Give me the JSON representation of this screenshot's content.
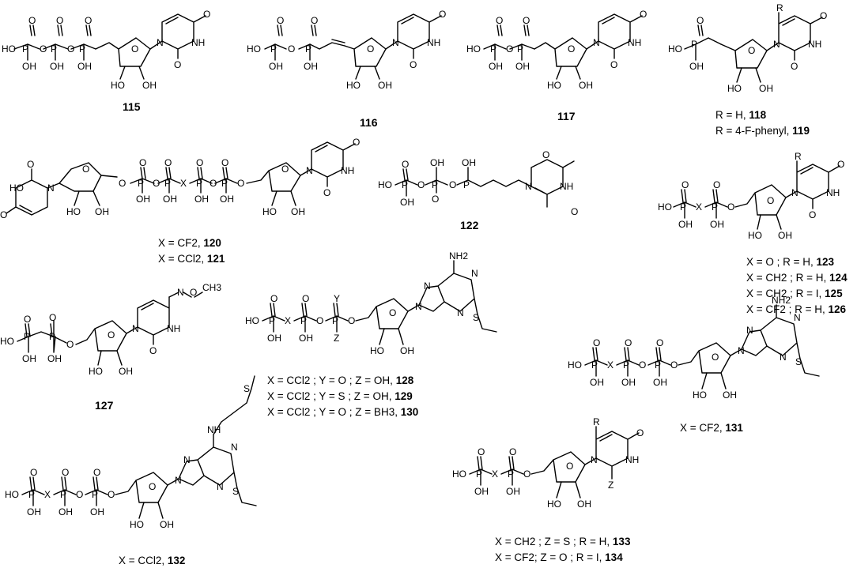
{
  "compounds": [
    {
      "id": "c115",
      "number": "115"
    },
    {
      "id": "c116",
      "number": "116"
    },
    {
      "id": "c117",
      "number": "117"
    },
    {
      "id": "c118",
      "number": "118"
    },
    {
      "id": "c119",
      "number": "119"
    },
    {
      "id": "c120",
      "number": "120"
    },
    {
      "id": "c121",
      "number": "121"
    },
    {
      "id": "c122",
      "number": "122"
    },
    {
      "id": "c123",
      "number": "123"
    },
    {
      "id": "c124",
      "number": "124"
    },
    {
      "id": "c125",
      "number": "125"
    },
    {
      "id": "c126",
      "number": "126"
    },
    {
      "id": "c127",
      "number": "127"
    },
    {
      "id": "c128",
      "number": "128"
    },
    {
      "id": "c129",
      "number": "129"
    },
    {
      "id": "c130",
      "number": "130"
    },
    {
      "id": "c131",
      "number": "131"
    },
    {
      "id": "c132",
      "number": "132"
    },
    {
      "id": "c133",
      "number": "133"
    },
    {
      "id": "c134",
      "number": "134"
    }
  ],
  "captions": {
    "c118": "R = H, ",
    "c119": "R = 4-F-phenyl, ",
    "c120": "X = CF2, ",
    "c121": "X = CCl2, ",
    "c123": "X = O ; R = H, ",
    "c124": "X = CH2 ; R = H, ",
    "c125": "X = CH2 ; R = I, ",
    "c126": "X = CF2 ; R = H, ",
    "c128": "X = CCl2 ; Y = O ; Z = OH, ",
    "c129": "X = CCl2 ; Y = S ; Z = OH, ",
    "c130": "X = CCl2 ; Y = O ; Z = BH3, ",
    "c131": "X = CF2, ",
    "c132": "X = CCl2, ",
    "c133": "X = CH2 ; Z = S ; R = H, ",
    "c134": "X = CF2; Z = O ; R = I, "
  },
  "atoms": {
    "P": "P",
    "O": "O",
    "OH": "OH",
    "HO": "HO",
    "NH": "NH",
    "N": "N",
    "NH2": "NH2",
    "S": "S",
    "X": "X",
    "Y": "Y",
    "Z": "Z",
    "R": "R",
    "CH3": "CH3",
    "OMe_N": "N"
  },
  "colors": {
    "ink": "#000000",
    "background": "#ffffff"
  }
}
